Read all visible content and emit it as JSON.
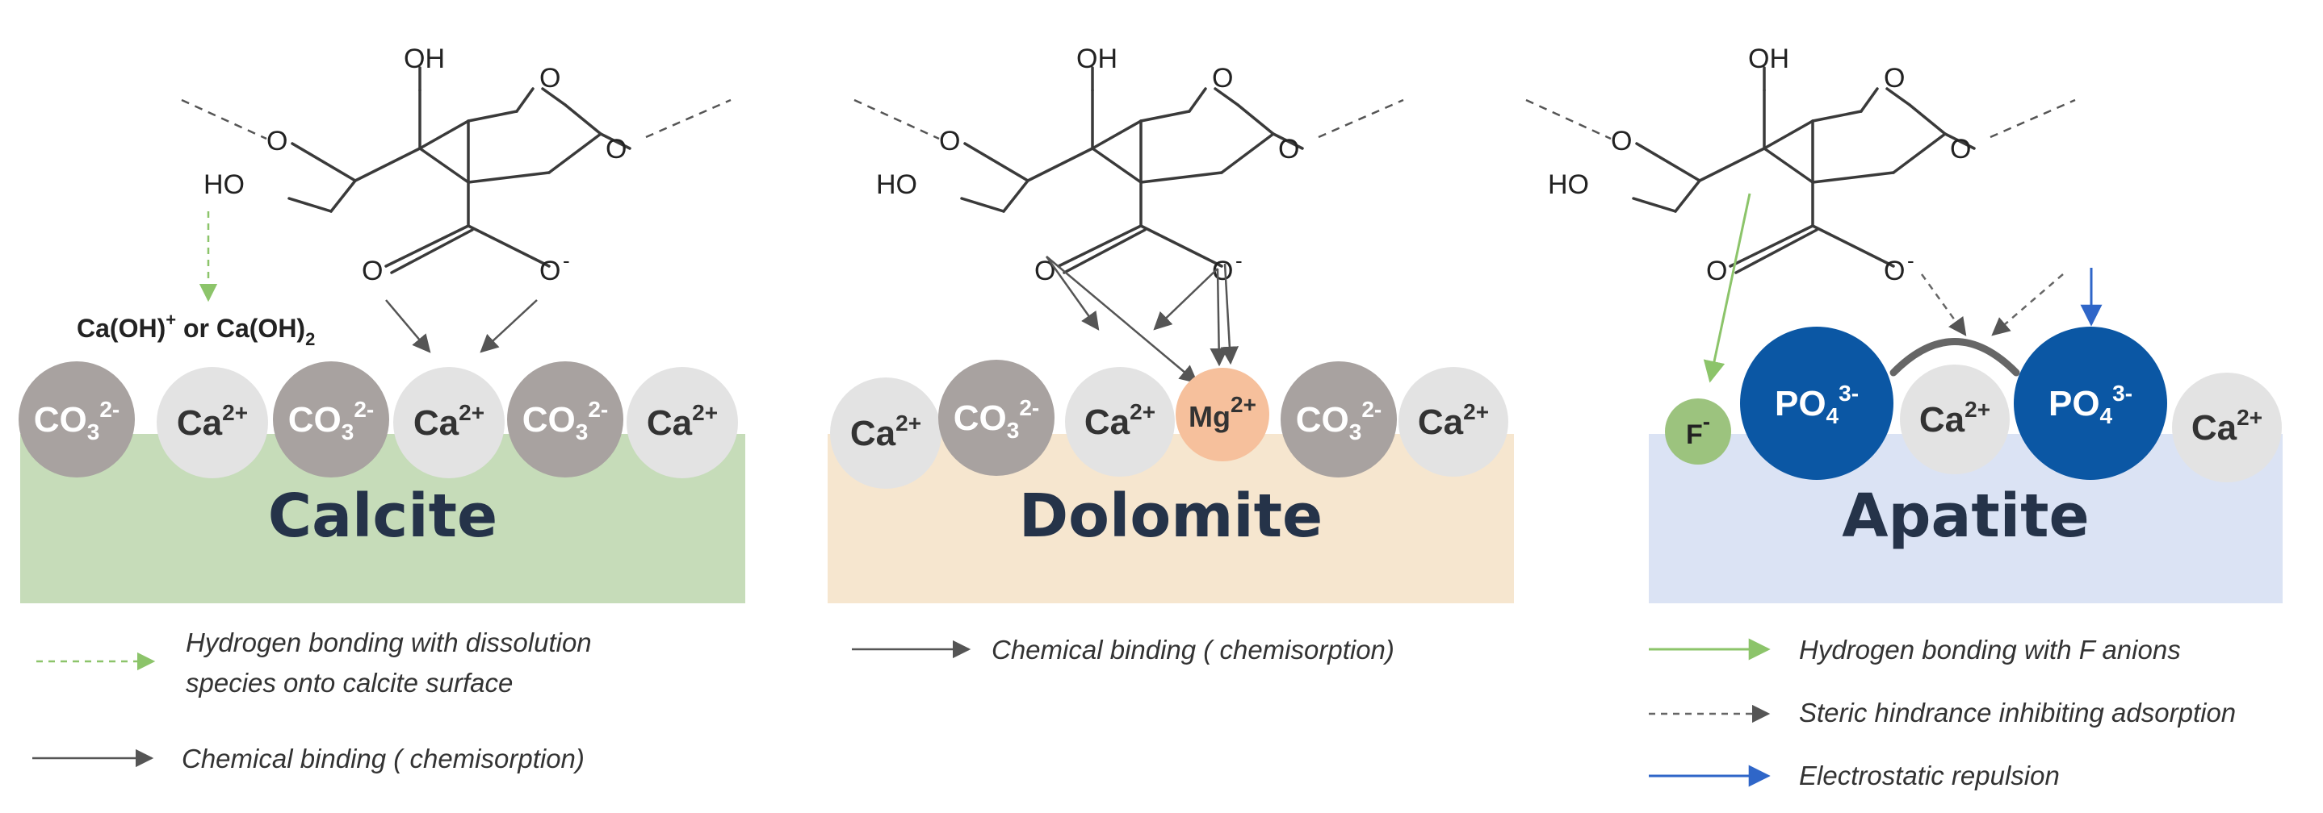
{
  "molecule": {
    "oh_top": "OH",
    "ring_o": "O",
    "left_o": "O",
    "right_o": "O",
    "ho": "HO",
    "carbonyl_o": "O",
    "carboxylate_o": "O",
    "charge": "-"
  },
  "panels": [
    {
      "mineral": "Calcite",
      "surface_color": "#c6dcb9",
      "dissolution_species": {
        "p1": "Ca(OH)",
        "p1_sup": "+",
        "p2": " or Ca(OH)",
        "p2_sub": "2"
      },
      "ions": [
        {
          "base": "CO",
          "sub": "3",
          "sup": "2-",
          "kind": "carbonate"
        },
        {
          "base": "Ca",
          "sub": "",
          "sup": "2+",
          "kind": "calcium"
        },
        {
          "base": "CO",
          "sub": "3",
          "sup": "2-",
          "kind": "carbonate"
        },
        {
          "base": "Ca",
          "sub": "",
          "sup": "2+",
          "kind": "calcium"
        },
        {
          "base": "CO",
          "sub": "3",
          "sup": "2-",
          "kind": "carbonate"
        },
        {
          "base": "Ca",
          "sub": "",
          "sup": "2+",
          "kind": "calcium"
        }
      ],
      "legend": [
        {
          "style": "green-dashed",
          "lines": [
            "Hydrogen bonding with dissolution",
            "species onto calcite surface"
          ]
        },
        {
          "style": "gray-solid",
          "lines": [
            "Chemical binding ( chemisorption)"
          ]
        }
      ]
    },
    {
      "mineral": "Dolomite",
      "surface_color": "#f6e6cf",
      "ions": [
        {
          "base": "Ca",
          "sub": "",
          "sup": "2+",
          "kind": "calcium"
        },
        {
          "base": "CO",
          "sub": "3",
          "sup": "2-",
          "kind": "carbonate"
        },
        {
          "base": "Ca",
          "sub": "",
          "sup": "2+",
          "kind": "calcium"
        },
        {
          "base": "Mg",
          "sub": "",
          "sup": "2+",
          "kind": "magnesium"
        },
        {
          "base": "CO",
          "sub": "3",
          "sup": "2-",
          "kind": "carbonate"
        },
        {
          "base": "Ca",
          "sub": "",
          "sup": "2+",
          "kind": "calcium"
        }
      ],
      "legend": [
        {
          "style": "gray-solid",
          "lines": [
            "Chemical binding ( chemisorption)"
          ]
        }
      ]
    },
    {
      "mineral": "Apatite",
      "surface_color": "#dbe3f4",
      "ions": [
        {
          "base": "F",
          "sub": "",
          "sup": "-",
          "kind": "fluoride"
        },
        {
          "base": "PO",
          "sub": "4",
          "sup": "3-",
          "kind": "phosphate"
        },
        {
          "base": "Ca",
          "sub": "",
          "sup": "2+",
          "kind": "calcium"
        },
        {
          "base": "PO",
          "sub": "4",
          "sup": "3-",
          "kind": "phosphate"
        },
        {
          "base": "Ca",
          "sub": "",
          "sup": "2+",
          "kind": "calcium"
        }
      ],
      "legend": [
        {
          "style": "green-solid",
          "lines": [
            "Hydrogen bonding with F anions"
          ]
        },
        {
          "style": "gray-dashed",
          "lines": [
            "Steric hindrance inhibiting adsorption"
          ]
        },
        {
          "style": "blue-solid",
          "lines": [
            "Electrostatic repulsion"
          ]
        }
      ]
    }
  ],
  "colors": {
    "carbonate": "#a8a2a0",
    "calcium": "#e3e3e3",
    "magnesium": "#f6c09c",
    "phosphate": "#0b57a4",
    "fluoride": "#9cc37e",
    "green_arrow": "#8cc46a",
    "gray_arrow": "#555555",
    "blue_arrow": "#2f66c8"
  }
}
